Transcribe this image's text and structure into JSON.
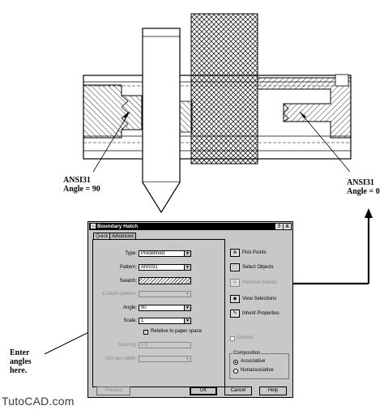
{
  "drawing": {
    "label_left_line1": "ANSI31",
    "label_left_line2": "Angle = 90",
    "label_right_line1": "ANSI31",
    "label_right_line2": "Angle = 0",
    "enter_note_line1": "Enter",
    "enter_note_line2": "angles",
    "enter_note_line3": "here."
  },
  "dialog": {
    "title": "Boundary Hatch",
    "help_btn": "?",
    "close_btn": "X",
    "tabs": [
      {
        "label": "Quick",
        "active": true
      },
      {
        "label": "Advanced",
        "active": false
      }
    ],
    "type_label": "Type:",
    "type_value": "Predefined",
    "pattern_label": "Pattern:",
    "pattern_value": "ANSI31",
    "swatch_label": "Swatch:",
    "custom_pattern_label": "Custom pattern:",
    "angle_label": "Angle:",
    "angle_value": "90",
    "scale_label": "Scale:",
    "scale_value": "1",
    "relative_label": "Relative to paper space",
    "relative_checked": true,
    "spacing_label": "Spacing:",
    "spacing_value": "1.0",
    "iso_label": "ISO pen width:",
    "pick_points": "Pick Points",
    "select_objects": "Select Objects",
    "remove_islands": "Remove Islands",
    "view_selections": "View Selections",
    "inherit_properties": "Inherit Properties",
    "double_label": "Double",
    "composition_title": "Composition",
    "associative_label": "Associative",
    "nonassociative_label": "Nonassociative",
    "preview_btn": "Preview",
    "ok_btn": "OK",
    "cancel_btn": "Cancel",
    "help_btn_label": "Help"
  },
  "watermark": "TutoCAD.com"
}
